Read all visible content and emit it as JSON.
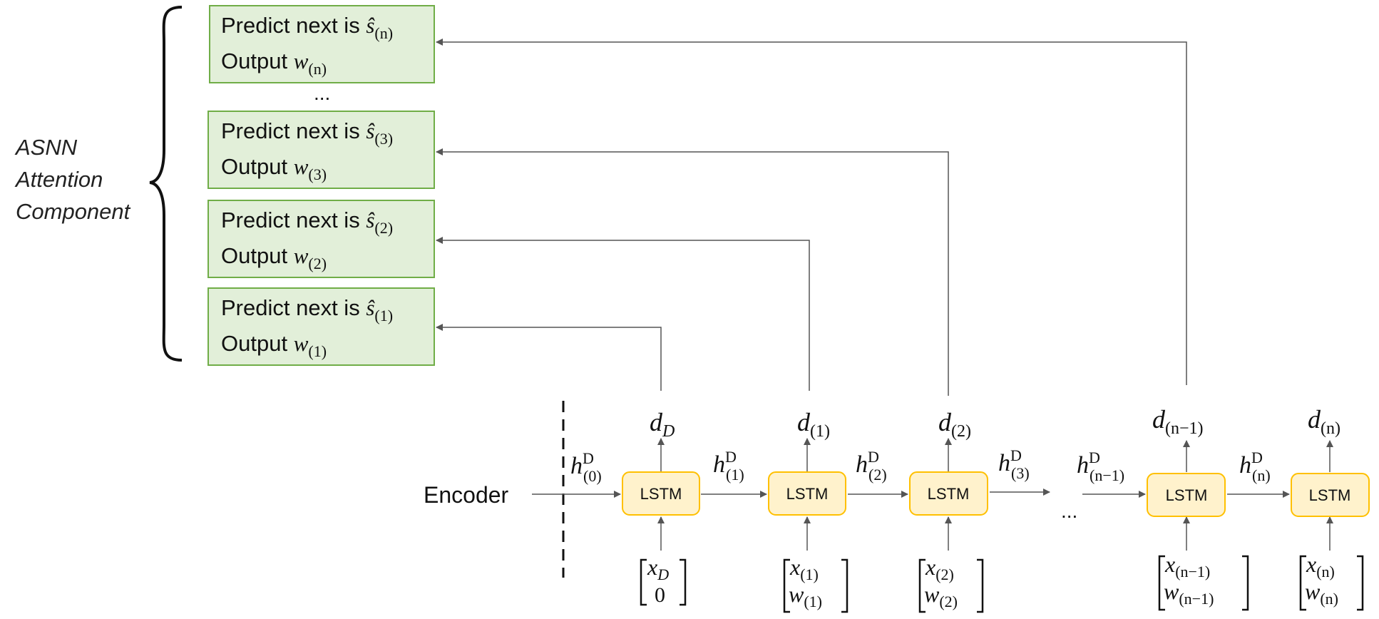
{
  "attention": {
    "label_lines": [
      "ASNN",
      "Attention",
      "Component"
    ],
    "boxes": [
      {
        "predict_text": "Predict next is ",
        "s_symbol": "ŝ",
        "s_sub": "(n)",
        "output_text": "Output ",
        "w_symbol": "w",
        "w_sub": "(n)"
      },
      {
        "predict_text": "Predict next is ",
        "s_symbol": "ŝ",
        "s_sub": "(3)",
        "output_text": "Output ",
        "w_symbol": "w",
        "w_sub": "(3)"
      },
      {
        "predict_text": "Predict next is ",
        "s_symbol": "ŝ",
        "s_sub": "(2)",
        "output_text": "Output ",
        "w_symbol": "w",
        "w_sub": "(2)"
      },
      {
        "predict_text": "Predict next is ",
        "s_symbol": "ŝ",
        "s_sub": "(1)",
        "output_text": "Output ",
        "w_symbol": "w",
        "w_sub": "(1)"
      }
    ],
    "ellipsis": "..."
  },
  "decoder": {
    "encoder_label": "Encoder",
    "ellipsis": "...",
    "lstm_label": "LSTM",
    "hidden_states": [
      {
        "base": "h",
        "sup": "D",
        "sub": "(0)"
      },
      {
        "base": "h",
        "sup": "D",
        "sub": "(1)"
      },
      {
        "base": "h",
        "sup": "D",
        "sub": "(2)"
      },
      {
        "base": "h",
        "sup": "D",
        "sub": "(3)"
      },
      {
        "base": "h",
        "sup": "D",
        "sub": "(n−1)"
      },
      {
        "base": "h",
        "sup": "D",
        "sub": "(n)"
      }
    ],
    "outputs": [
      {
        "base": "d",
        "sub": "D"
      },
      {
        "base": "d",
        "sub": "(1)"
      },
      {
        "base": "d",
        "sub": "(2)"
      },
      {
        "base": "d",
        "sub": "(n−1)"
      },
      {
        "base": "d",
        "sub": "(n)"
      }
    ],
    "inputs": [
      {
        "top_base": "x",
        "top_sub": "D",
        "bottom_base": "0",
        "bottom_sub": ""
      },
      {
        "top_base": "x",
        "top_sub": "(1)",
        "bottom_base": "w",
        "bottom_sub": "(1)"
      },
      {
        "top_base": "x",
        "top_sub": "(2)",
        "bottom_base": "w",
        "bottom_sub": "(2)"
      },
      {
        "top_base": "x",
        "top_sub": "(n−1)",
        "bottom_base": "w",
        "bottom_sub": "(n−1)"
      },
      {
        "top_base": "x",
        "top_sub": "(n)",
        "bottom_base": "w",
        "bottom_sub": "(n)"
      }
    ]
  },
  "colors": {
    "attention_fill": "#e2efd9",
    "attention_stroke": "#70ad47",
    "lstm_fill": "#fff2cc",
    "lstm_stroke": "#ffc000",
    "line": "#555555"
  }
}
